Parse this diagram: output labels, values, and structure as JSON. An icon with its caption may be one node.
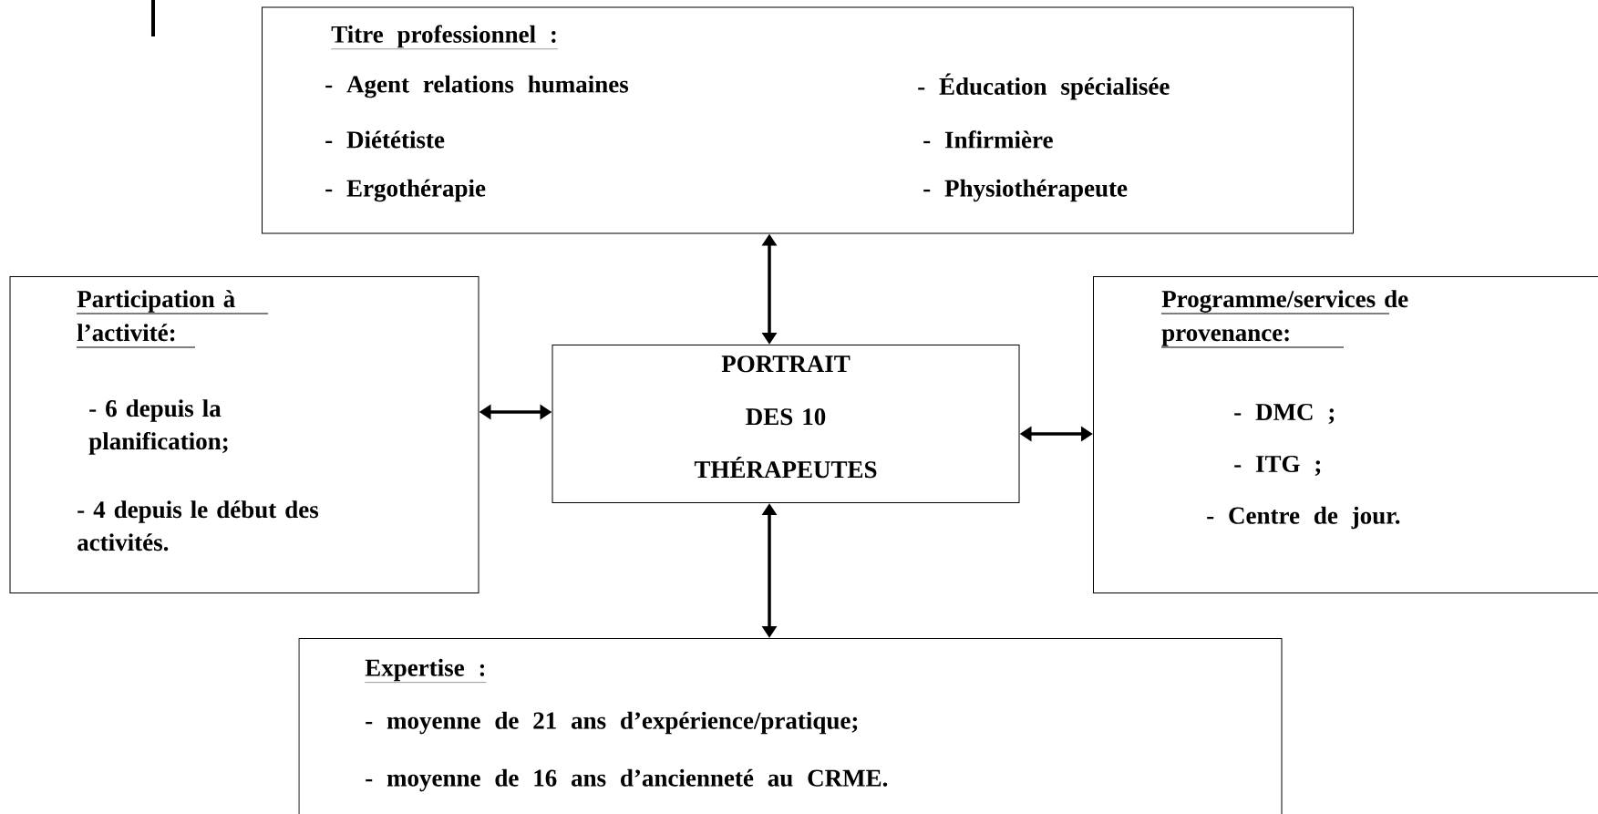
{
  "diagram": {
    "nodes": [
      {
        "text": [
          "Titre professionnel :",
          "- Agent relations humaines",
          "- Éducation spécialisée",
          "- Diététiste",
          "- Infirmière",
          "- Ergothérapie",
          "- Physiothérapeute"
        ]
      },
      {
        "text": [
          "Participation à l’activité:",
          "- 6 depuis la planification;",
          "- 4 depuis le début des activités."
        ]
      },
      {
        "text": [
          "PORTRAIT DES 10 THÉRAPEUTES"
        ]
      },
      {
        "text": [
          "Programme/services de provenance:",
          "- DMC ;",
          "- ITG ;",
          "- Centre de jour."
        ]
      },
      {
        "text": [
          "Expertise :",
          "- moyenne de 21 ans d’expérience/pratique;",
          "- moyenne de 16 ans d’ancienneté au CRME."
        ]
      }
    ],
    "edges": [
      {
        "from": 0,
        "to": 2,
        "arrow": "both"
      },
      {
        "from": 1,
        "to": 2,
        "arrow": "both"
      },
      {
        "from": 3,
        "to": 2,
        "arrow": "both"
      },
      {
        "from": 4,
        "to": 2,
        "arrow": "both"
      }
    ]
  }
}
